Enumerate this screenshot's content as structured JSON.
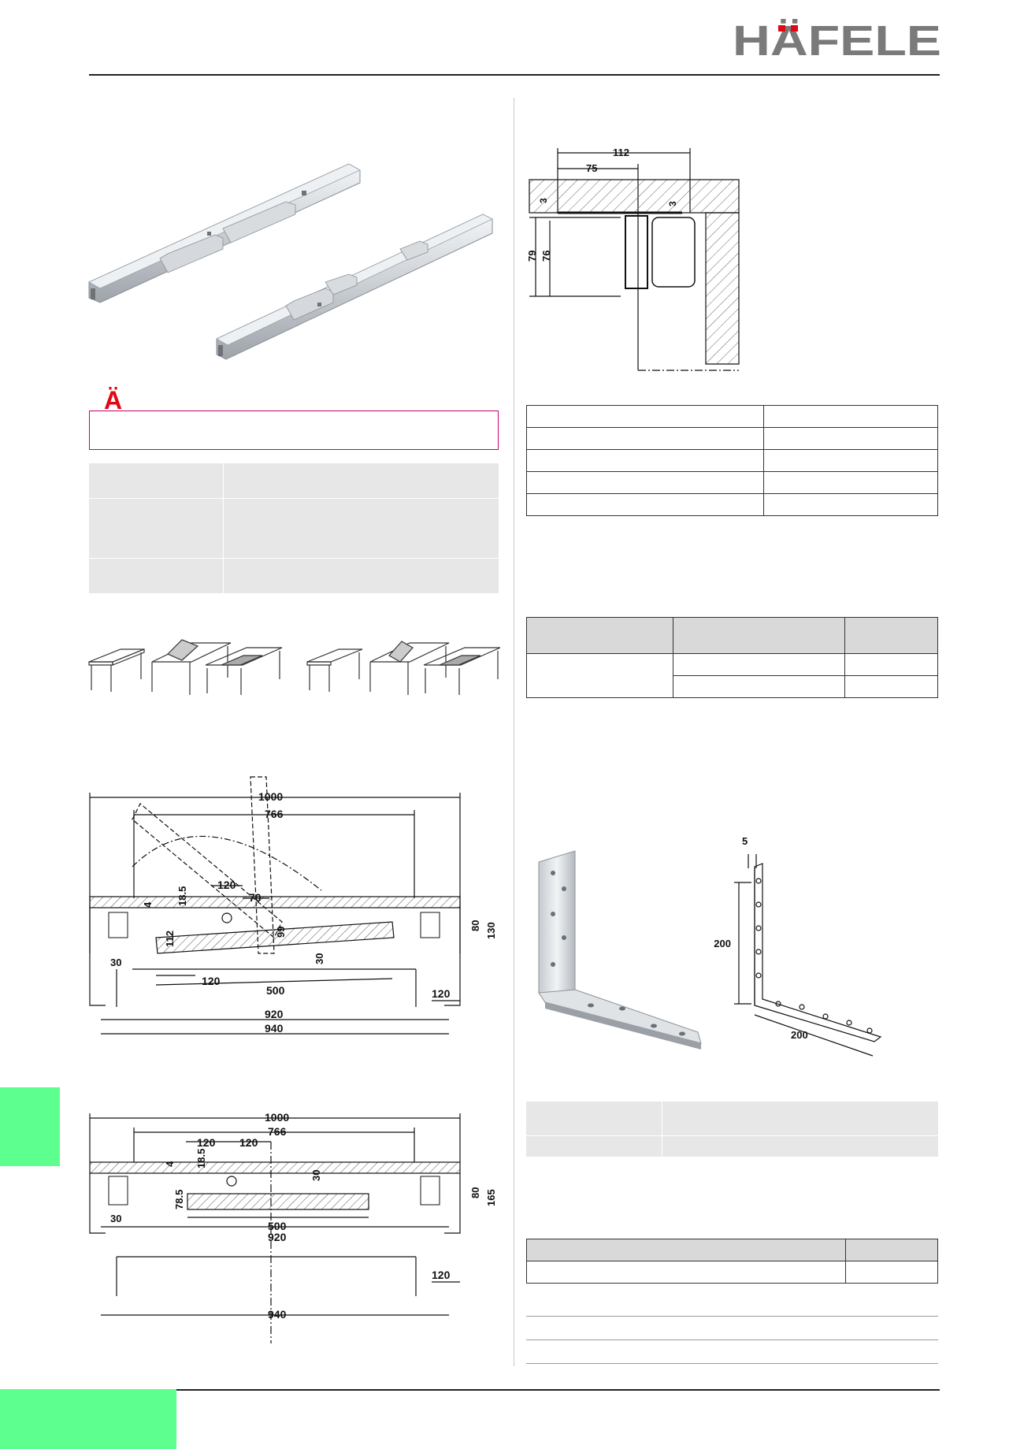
{
  "brand": {
    "logo_text": "HÄFELE",
    "logo_color": "#7a7a7a",
    "accent_color": "#e30613",
    "tab_color": "#5dff8f",
    "notice_color": "#c3006b",
    "notice_glyph": "Ä"
  },
  "cross_section": {
    "dims": [
      "112",
      "75",
      "3",
      "3",
      "79",
      "76"
    ]
  },
  "top_view": {
    "dims": [
      "1000",
      "766",
      "120",
      "70",
      "18.5",
      "4",
      "112",
      "99",
      "30",
      "30",
      "80",
      "130",
      "120",
      "500",
      "120",
      "920",
      "940"
    ]
  },
  "closed_view": {
    "dims": [
      "1000",
      "766",
      "120",
      "120",
      "18.5",
      "4",
      "30",
      "78.5",
      "80",
      "165",
      "30",
      "500",
      "920",
      "120",
      "940"
    ]
  },
  "bracket": {
    "dims": [
      "5",
      "200",
      "200"
    ]
  }
}
